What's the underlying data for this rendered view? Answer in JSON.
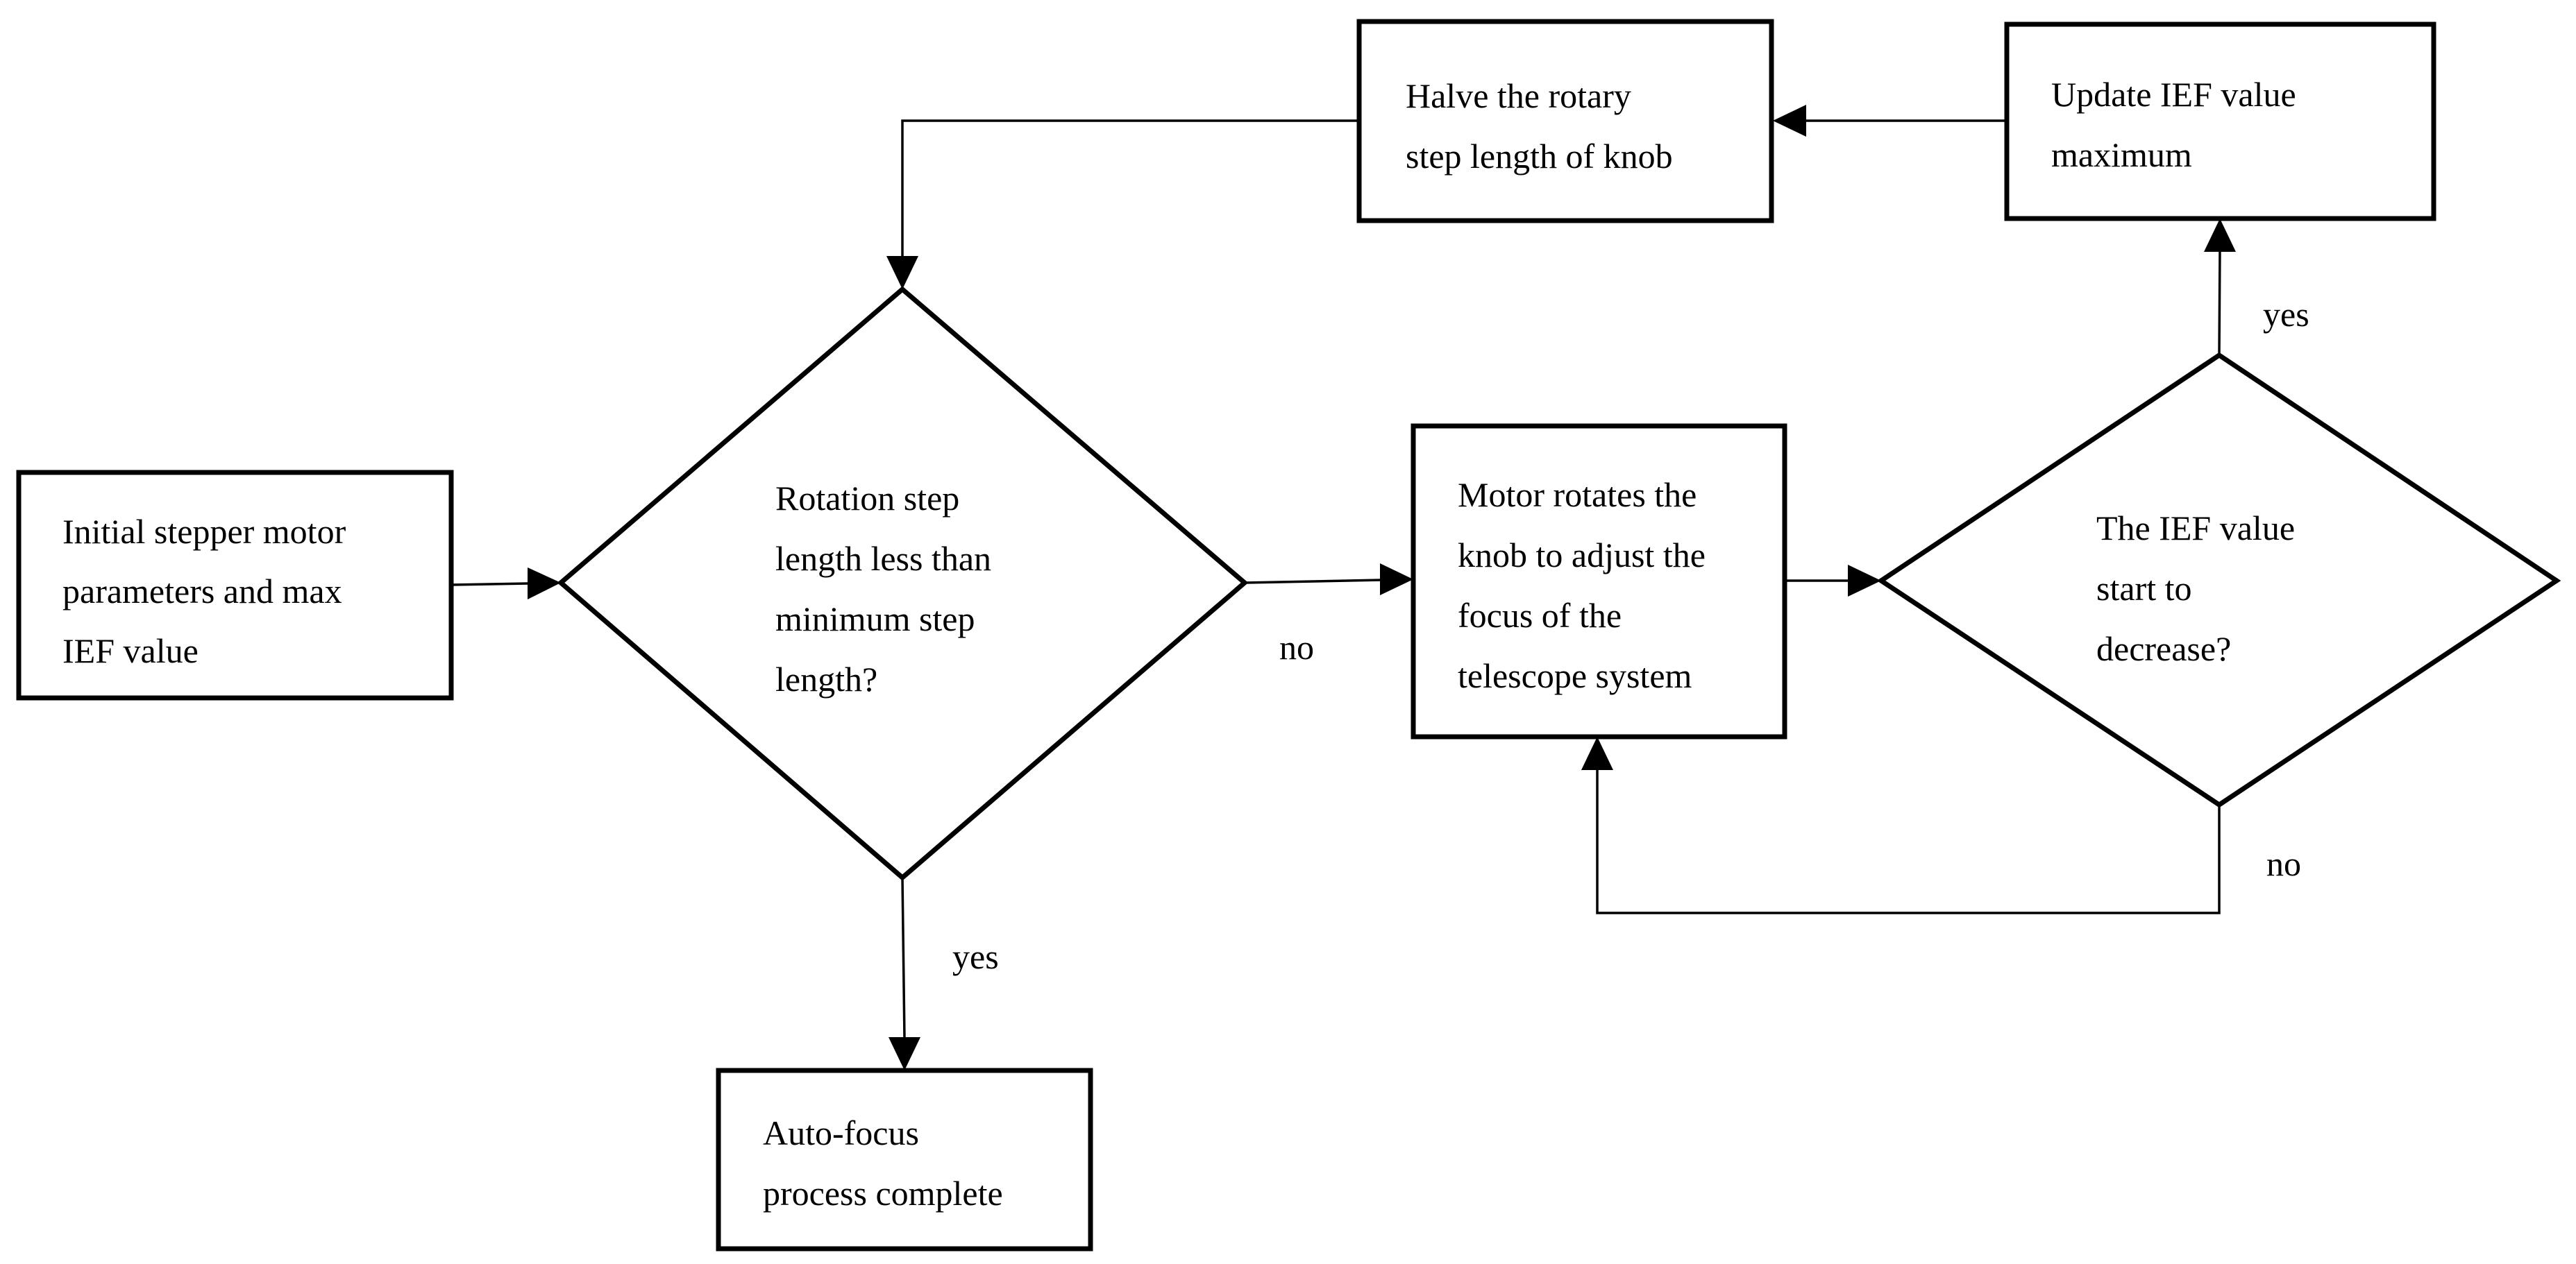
{
  "nodes": {
    "init": {
      "lines": [
        "Initial stepper motor",
        "parameters and max",
        "IEF value"
      ]
    },
    "check_step": {
      "lines": [
        "Rotation step",
        "length less than",
        "minimum step",
        "length?"
      ]
    },
    "motor": {
      "lines": [
        "Motor rotates the",
        "knob to adjust the",
        "focus of the",
        "telescope system"
      ]
    },
    "check_ief": {
      "lines": [
        "The IEF value",
        "start to",
        "decrease?"
      ]
    },
    "update_max": {
      "lines": [
        "Update IEF value",
        "maximum"
      ]
    },
    "halve": {
      "lines": [
        "Halve the rotary",
        "step length of knob"
      ]
    },
    "complete": {
      "lines": [
        "Auto-focus",
        "process complete"
      ]
    }
  },
  "edge_labels": {
    "step_no": "no",
    "step_yes": "yes",
    "ief_yes": "yes",
    "ief_no": "no"
  }
}
